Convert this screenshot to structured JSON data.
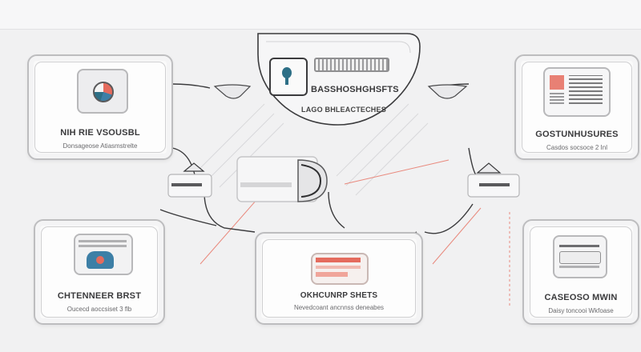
{
  "colors": {
    "accent_red": "#e56b5d",
    "accent_blue": "#3d7fa6",
    "accent_teal": "#2d6f86",
    "frame": "#bdbdbf",
    "line": "#3b3b3d"
  },
  "top_center": {
    "title": "BASSHOSHGHSFTS",
    "subtitle": "LAGO BHLEACTECHES",
    "icon": "gear-doc-icon"
  },
  "left_top": {
    "title": "NIH RIE VSOUSBL",
    "subtitle": "Donsageose Atiasmstrelte",
    "icon": "spiral-shield-icon"
  },
  "right_top": {
    "title": "GOSTUNHUSURES",
    "subtitle": "Casdos socsoce 2 Inl",
    "icon": "document-icon"
  },
  "left_bottom": {
    "title": "CHTENNEER BRST",
    "subtitle": "Oucecd aoccsiset 3 flb",
    "icon": "lock-folder-icon"
  },
  "center_bottom": {
    "title": "OKHCUNRP SHETS",
    "subtitle": "Nevedcoant ancnnss deneabes",
    "icon": "card-stack-icon"
  },
  "right_bottom": {
    "title": "CASEOSO MWIN",
    "subtitle": "Daisy toncooi Wkfoase",
    "icon": "tray-icon"
  }
}
